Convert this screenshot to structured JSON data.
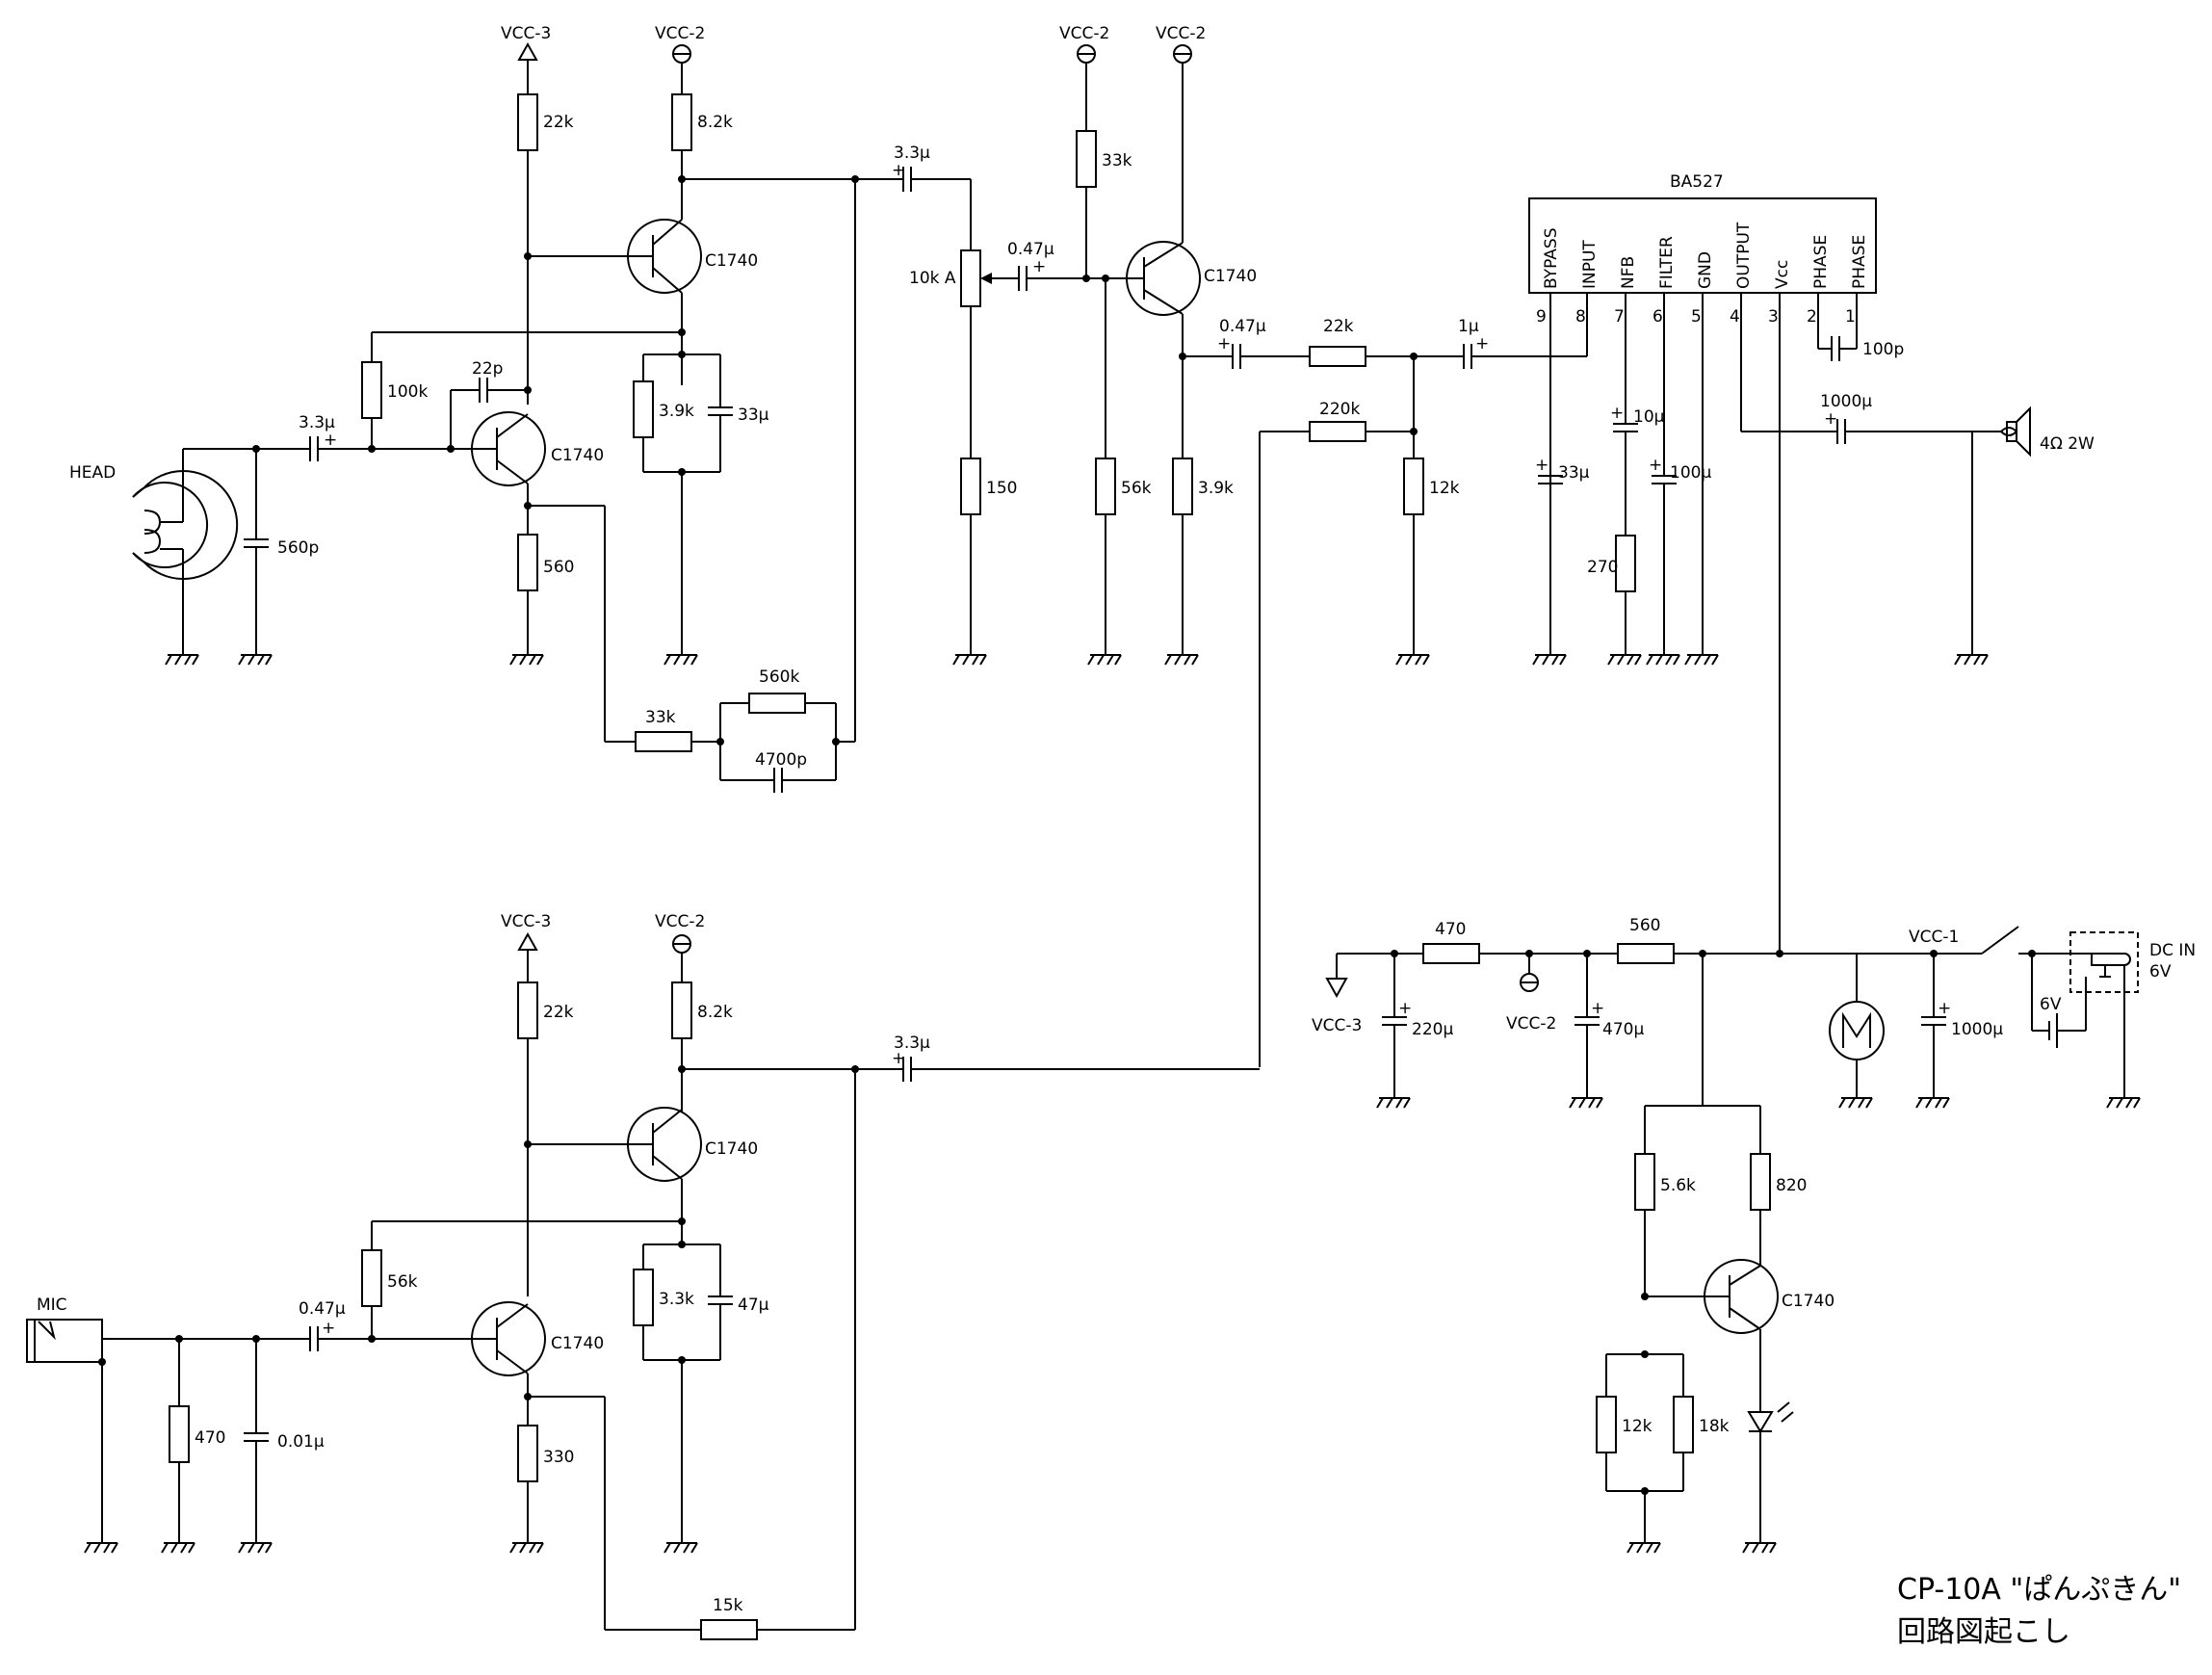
{
  "title": {
    "line1": "CP-10A \"ぱんぷきん\"",
    "line2": "回路図起こし"
  },
  "labels": {
    "vcc3": "VCC-3",
    "vcc2": "VCC-2",
    "vcc1": "VCC-1",
    "head": "HEAD",
    "mic": "MIC",
    "speaker": "4Ω 2W",
    "dc_in": "DC IN",
    "six_v": "6V",
    "ic_name": "BA527"
  },
  "transistor": "C1740",
  "ic_pins": [
    {
      "name": "BYPASS",
      "num": "9"
    },
    {
      "name": "INPUT",
      "num": "8"
    },
    {
      "name": "NFB",
      "num": "7"
    },
    {
      "name": "FILTER",
      "num": "6"
    },
    {
      "name": "GND",
      "num": "5"
    },
    {
      "name": "OUTPUT",
      "num": "4"
    },
    {
      "name": "Vcc",
      "num": "3"
    },
    {
      "name": "PHASE",
      "num": "2"
    },
    {
      "name": "PHASE",
      "num": "1"
    }
  ],
  "head_amp": {
    "r_22k": "22k",
    "r_82k": "8.2k",
    "r_100k": "100k",
    "c_22p": "22p",
    "c_33u_in": "3.3μ",
    "c_560p": "560p",
    "r_39k": "3.9k",
    "c_33u_e": "33μ",
    "r_560": "560",
    "r_33k": "33k",
    "r_560k": "560k",
    "c_4700p": "4700p",
    "c_33u_out": "3.3μ"
  },
  "mid_amp": {
    "pot": "10k A",
    "r_150": "150",
    "c_047": "0.47μ",
    "r_33k": "33k",
    "r_56k": "56k",
    "r_39k": "3.9k",
    "c_047_out": "0.47μ"
  },
  "mixer": {
    "r_22k": "22k",
    "r_220k": "220k",
    "r_12k": "12k",
    "c_1u": "1μ"
  },
  "ic_parts": {
    "c_33u": "33μ",
    "c_10u": "10μ",
    "c_100u": "100μ",
    "r_270": "270",
    "c_100p": "100p",
    "c_1000u": "1000μ"
  },
  "mic_amp": {
    "r_22k": "22k",
    "r_82k": "8.2k",
    "r_56k": "56k",
    "c_047": "0.47μ",
    "r_470": "470",
    "c_001": "0.01μ",
    "r_33k": "3.3k",
    "c_47u": "47μ",
    "r_330": "330",
    "r_15k": "15k",
    "c_33u_out": "3.3μ"
  },
  "power": {
    "r_470": "470",
    "r_560": "560",
    "c_220u": "220μ",
    "c_470u": "470μ",
    "c_1000u": "1000μ",
    "r_56k": "5.6k",
    "r_820": "820",
    "r_12k": "12k",
    "r_18k": "18k"
  }
}
